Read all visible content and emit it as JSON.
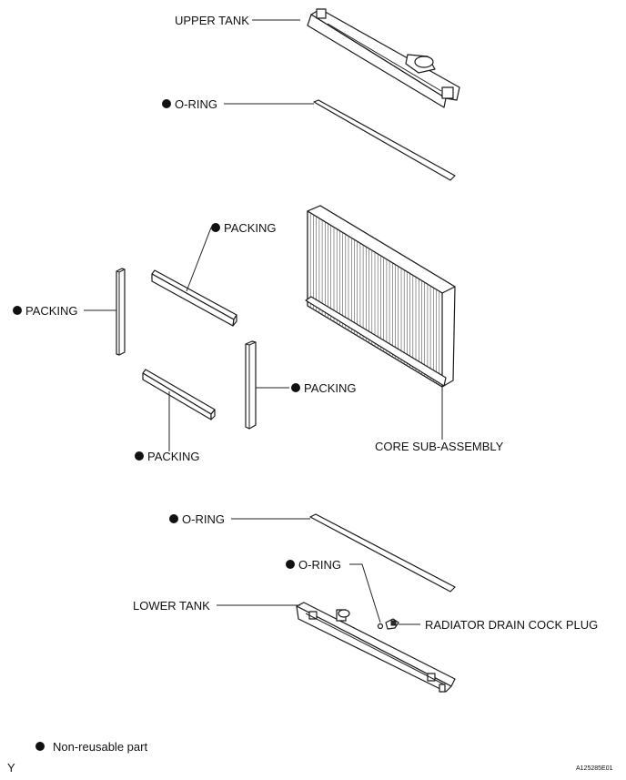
{
  "labels": {
    "upper_tank": "UPPER TANK",
    "o_ring_top": "O-RING",
    "packing_top": "PACKING",
    "packing_left": "PACKING",
    "packing_right": "PACKING",
    "packing_bottom": "PACKING",
    "core_sub_assembly": "CORE SUB-ASSEMBLY",
    "o_ring_middle": "O-RING",
    "o_ring_small": "O-RING",
    "lower_tank": "LOWER TANK",
    "radiator_drain_cock_plug": "RADIATOR DRAIN COCK PLUG"
  },
  "legend": {
    "text": "Non-reusable part"
  },
  "footer": {
    "left_code": "Y",
    "figure_id": "A125285E01"
  }
}
